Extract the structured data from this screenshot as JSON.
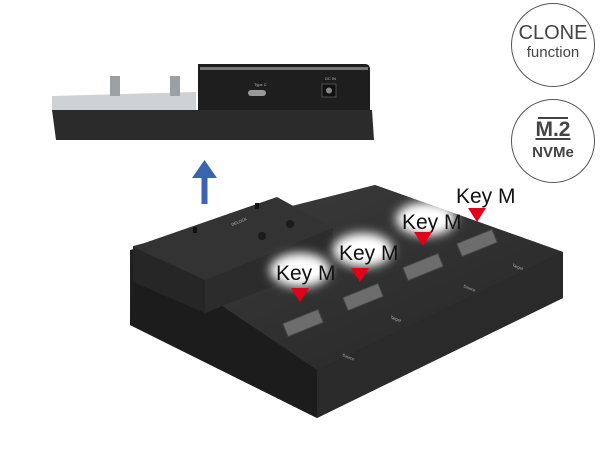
{
  "badges": {
    "clone": {
      "line1": "CLONE",
      "line2": "function"
    },
    "m2": {
      "line1": "M.2",
      "line2": "NVMe"
    }
  },
  "top_device": {
    "port_usb_label": "Type C",
    "port_power_label": "DC IN"
  },
  "bottom_device": {
    "brand": "DELOCK",
    "slot_labels": [
      "Source",
      "Target",
      "Source",
      "Target"
    ]
  },
  "callouts": [
    "Key M",
    "Key M",
    "Key M",
    "Key M"
  ],
  "colors": {
    "arrow": "#3a64b0",
    "pointer": "#e3001b",
    "device": "#2e2e2e"
  }
}
